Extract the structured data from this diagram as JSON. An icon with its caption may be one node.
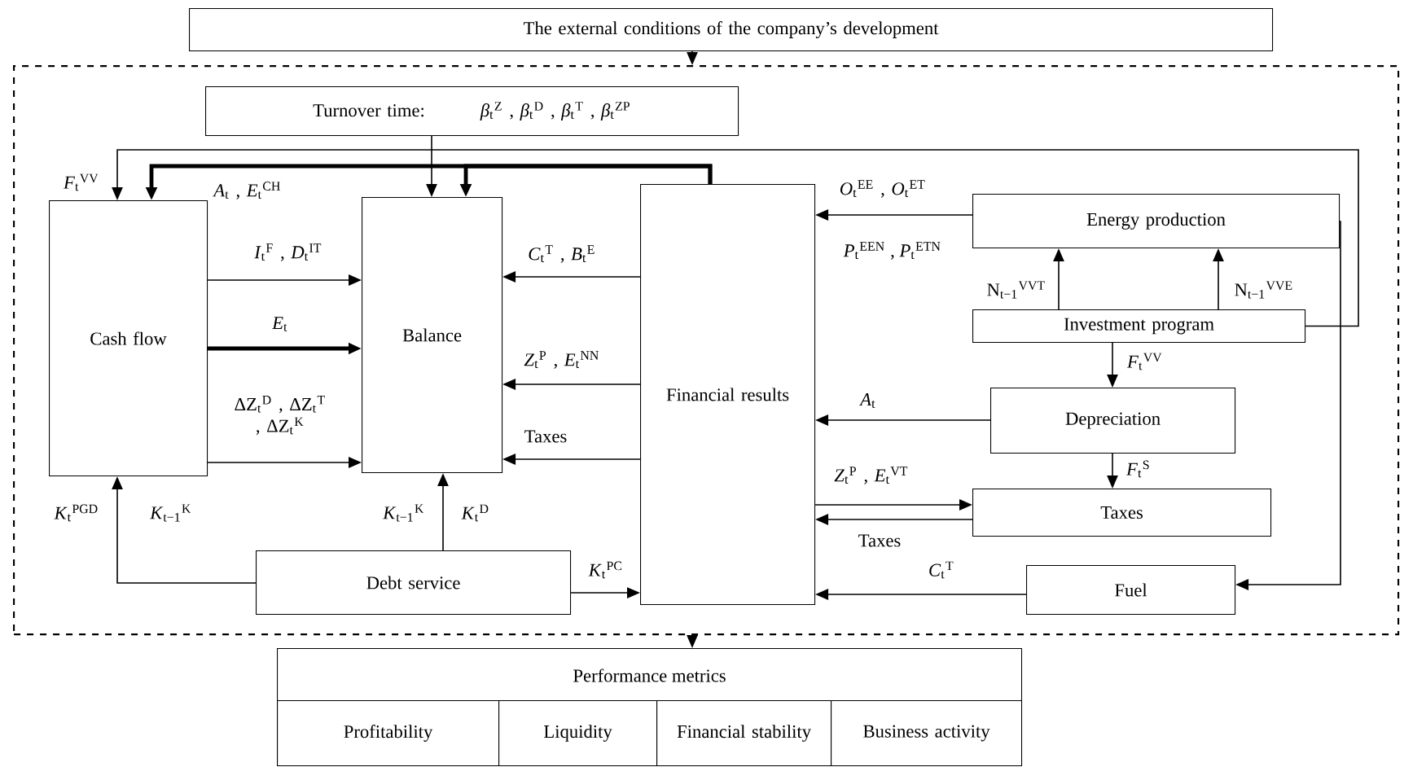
{
  "diagram": {
    "nodes": [
      {
        "text": [
          "The external conditions of the company’s development"
        ]
      },
      {
        "text": [],
        "shape": "box"
      },
      {
        "text": [
          "Turnover time:",
          "*β*$_{t}$$^{Z}$ , *β*$_{t}$$^{D}$ , *β*$_{t}$$^{T}$ , *β*$_{t}$$^{ZP}$"
        ],
        "in": 1
      },
      {
        "text": [
          "Cash flow"
        ],
        "in": 1
      },
      {
        "text": [
          "Balance"
        ],
        "in": 1
      },
      {
        "text": [
          "Financial results"
        ],
        "in": 1
      },
      {
        "text": [
          "Energy production"
        ],
        "in": 1
      },
      {
        "text": [
          "Investment program"
        ],
        "in": 1
      },
      {
        "text": [
          "Depreciation"
        ],
        "in": 1
      },
      {
        "text": [
          "Taxes"
        ],
        "in": 1
      },
      {
        "text": [
          "Fuel"
        ],
        "in": 1
      },
      {
        "text": [
          "Debt service"
        ],
        "in": 1
      },
      {
        "text": [
          "Performance metrics"
        ]
      },
      {
        "text": [
          "Profitability"
        ],
        "in": 12
      },
      {
        "text": [
          "Liquidity"
        ],
        "in": 12
      },
      {
        "text": [
          "Financial stability"
        ],
        "in": 12
      },
      {
        "text": [
          "Business activity"
        ],
        "in": 12
      }
    ],
    "edges": [
      {
        "from": 0,
        "to": 1,
        "arrow": "to"
      },
      {
        "from": 1,
        "to": 12,
        "arrow": "to"
      },
      {
        "from": 2,
        "to": 4,
        "arrow": "to"
      },
      {
        "from": 7,
        "to": 3,
        "arrow": "to",
        "label": "*F*$_{t}$$^{VV}$"
      },
      {
        "from": 5,
        "to": 3,
        "arrow": "to",
        "label": "*A*$_{t}$ , *E*$_{t}$$^{CH}$",
        "style": "thick"
      },
      {
        "from": 5,
        "to": 4,
        "arrow": "to",
        "style": "thick"
      },
      {
        "from": 3,
        "to": 4,
        "arrow": "to",
        "label": "*I*$_{t}$$^{F}$ , *D*$_{t}$$^{IT}$"
      },
      {
        "from": 3,
        "to": 4,
        "arrow": "to",
        "label": "*E*$_{t}$",
        "style": "thick"
      },
      {
        "from": 3,
        "to": 4,
        "arrow": "to",
        "label": "ΔZ$_{t}$$^{D}$ , ΔZ$_{t}$$^{T}$ , ΔZ$_{t}$$^{K}$"
      },
      {
        "from": 5,
        "to": 4,
        "arrow": "to",
        "label": "*C*$_{t}$$^{T}$ , *B*$_{t}$$^{E}$"
      },
      {
        "from": 5,
        "to": 4,
        "arrow": "to",
        "label": "*Z*$_{t}$$^{P}$ , *E*$_{t}$$^{NN}$"
      },
      {
        "from": 5,
        "to": 4,
        "arrow": "to",
        "label": "Taxes"
      },
      {
        "from": 6,
        "to": 5,
        "arrow": "to",
        "label": "*O*$_{t}$$^{EE}$ , *O*$_{t}$$^{ET}$"
      },
      {
        "from": 7,
        "to": 6,
        "arrow": "to",
        "label": "N$_{t−1}$$^{VVT}$"
      },
      {
        "from": 7,
        "to": 6,
        "arrow": "to",
        "label": "N$_{t−1}$$^{VVE}$"
      },
      {
        "from": 7,
        "to": 8,
        "arrow": "to",
        "label": "*F*$_{t}$$^{VV}$"
      },
      {
        "from": 8,
        "to": 5,
        "arrow": "to",
        "label": "*A*$_{t}$"
      },
      {
        "from": 8,
        "to": 9,
        "arrow": "to",
        "label": "*F*$_{t}$$^{S}$"
      },
      {
        "from": 5,
        "to": 9,
        "arrow": "to",
        "label": "*Z*$_{t}$$^{P}$ , *E*$_{t}$$^{VT}$"
      },
      {
        "from": 9,
        "to": 5,
        "arrow": "to",
        "label": "Taxes"
      },
      {
        "from": 10,
        "to": 5,
        "arrow": "to",
        "label": "*C*$_{t}$$^{T}$"
      },
      {
        "from": 6,
        "to": 10,
        "arrow": "to"
      },
      {
        "from": 11,
        "to": 3,
        "arrow": "to",
        "label": "*K*$_{t}$$^{PGD}$"
      },
      {
        "from": 11,
        "to": 4,
        "arrow": "to",
        "label": "*K*$_{t}$$^{D}$"
      },
      {
        "from": 11,
        "to": 5,
        "arrow": "to",
        "label": "*K*$_{t}$$^{PC}$"
      }
    ],
    "labels": [
      "*P*$_{t}$$^{EEN}$ , *P*$_{t}$$^{ETN}$",
      "*K*$_{t−1}$$^{K}$",
      "*K*$_{t−1}$$^{K}$"
    ]
  }
}
